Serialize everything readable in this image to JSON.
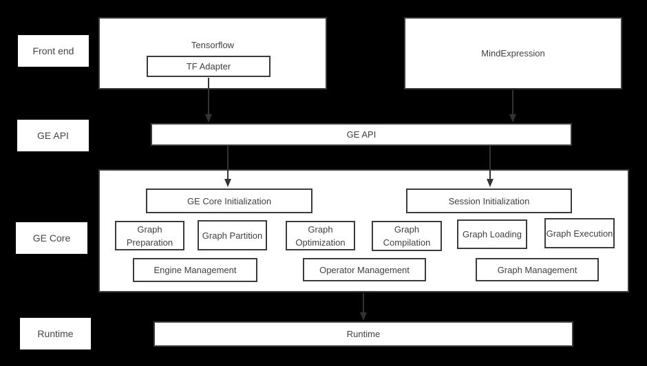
{
  "colors": {
    "background": "#000000",
    "box_fill": "#ffffff",
    "box_border": "#3b3b3b",
    "text": "#404040",
    "arrow": "#333333"
  },
  "layer_labels": {
    "front_end": "Front end",
    "ge_api": "GE API",
    "ge_core": "GE Core",
    "runtime": "Runtime"
  },
  "front_end": {
    "tensorflow_label": "Tensorflow",
    "tf_adapter_label": "TF Adapter",
    "mind_expression_label": "MindExpression"
  },
  "ge_api": {
    "bar_label": "GE API"
  },
  "ge_core": {
    "init_boxes": [
      {
        "label": "GE Core Initialization"
      },
      {
        "label": "Session Initialization"
      }
    ],
    "function_boxes": [
      {
        "label": "Graph Preparation"
      },
      {
        "label": "Graph Partition"
      },
      {
        "label": "Graph Optimization"
      },
      {
        "label": "Graph Compilation"
      },
      {
        "label": "Graph Loading"
      },
      {
        "label": "Graph Execution"
      }
    ],
    "management_boxes": [
      {
        "label": "Engine Management"
      },
      {
        "label": "Operator Management"
      },
      {
        "label": "Graph Management"
      }
    ]
  },
  "runtime": {
    "bar_label": "Runtime"
  }
}
